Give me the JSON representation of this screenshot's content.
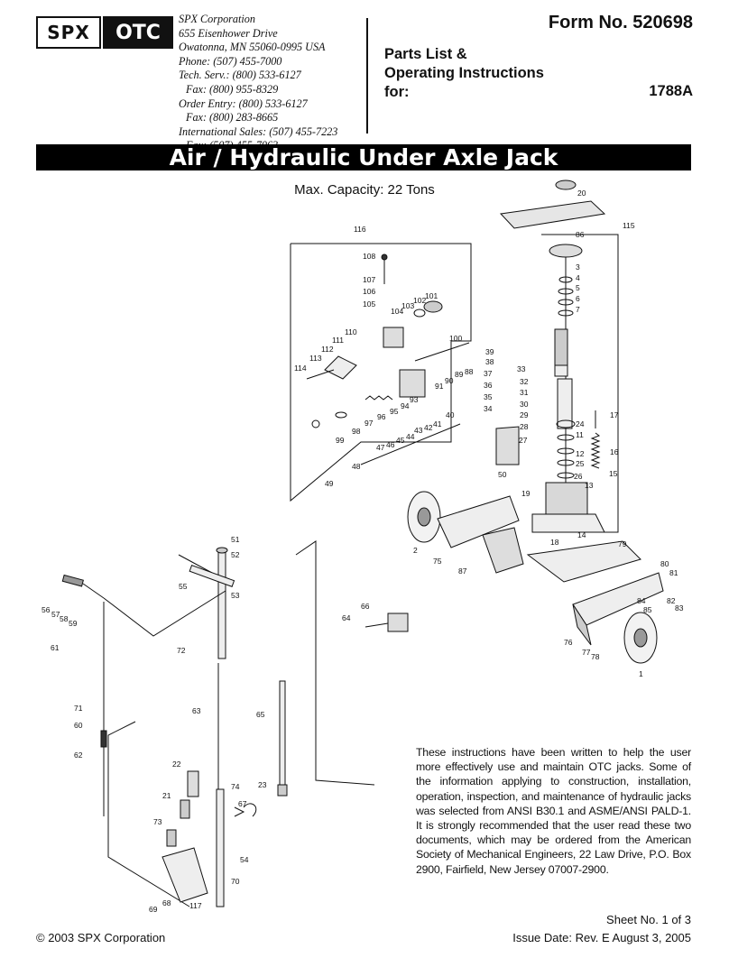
{
  "header": {
    "logo_left": "SPX",
    "logo_right": "OTC",
    "address_lines": [
      "SPX Corporation",
      "655 Eisenhower Drive",
      "Owatonna, MN  55060-0995  USA",
      "Phone: (507) 455-7000",
      "Tech. Serv.: (800) 533-6127",
      "Fax: (800) 955-8329",
      "Order Entry: (800) 533-6127",
      "Fax: (800) 283-8665",
      "International Sales: (507) 455-7223",
      "Fax: (507) 455-7063"
    ],
    "form_number": "Form No. 520698",
    "doc_title_lines": [
      "Parts List &",
      "Operating Instructions",
      "for:"
    ],
    "model": "1788A"
  },
  "banner_title": "Air / Hydraulic Under Axle Jack",
  "capacity": "Max. Capacity: 22 Tons",
  "diagram": {
    "part_labels": [
      "116",
      "108",
      "107",
      "106",
      "105",
      "104",
      "103",
      "102",
      "101",
      "110",
      "111",
      "112",
      "113",
      "114",
      "100",
      "99",
      "98",
      "97",
      "96",
      "95",
      "94",
      "93",
      "91",
      "90",
      "89",
      "88",
      "39",
      "38",
      "37",
      "36",
      "35",
      "34",
      "33",
      "32",
      "31",
      "30",
      "29",
      "28",
      "27",
      "50",
      "47",
      "46",
      "45",
      "44",
      "43",
      "42",
      "41",
      "40",
      "48",
      "49",
      "20",
      "115",
      "86",
      "3",
      "4",
      "5",
      "6",
      "7",
      "24",
      "11",
      "12",
      "25",
      "26",
      "13",
      "17",
      "16",
      "15",
      "19",
      "18",
      "14",
      "2",
      "75",
      "87",
      "79",
      "80",
      "81",
      "82",
      "83",
      "84",
      "85",
      "76",
      "77",
      "78",
      "1",
      "51",
      "52",
      "53",
      "55",
      "56",
      "57",
      "58",
      "59",
      "61",
      "72",
      "71",
      "60",
      "62",
      "63",
      "65",
      "66",
      "64",
      "23",
      "22",
      "21",
      "73",
      "74",
      "67",
      "54",
      "70",
      "69",
      "68",
      "117"
    ]
  },
  "note": "These instructions have been written to help the user more effectively use and maintain OTC jacks. Some of the information applying to construction, installation, operation, inspection, and maintenance of hydraulic jacks was selected from ANSI B30.1 and ASME/ANSI PALD-1. It is strongly recommended that the user read these two documents, which may be ordered from the American Society of Mechanical Engineers, 22 Law Drive, P.O. Box 2900, Fairfield, New Jersey 07007-2900.",
  "footer": {
    "sheet": "Sheet No. 1 of 3",
    "issue": "Issue Date: Rev. E  August 3, 2005",
    "copyright": "© 2003 SPX Corporation"
  }
}
